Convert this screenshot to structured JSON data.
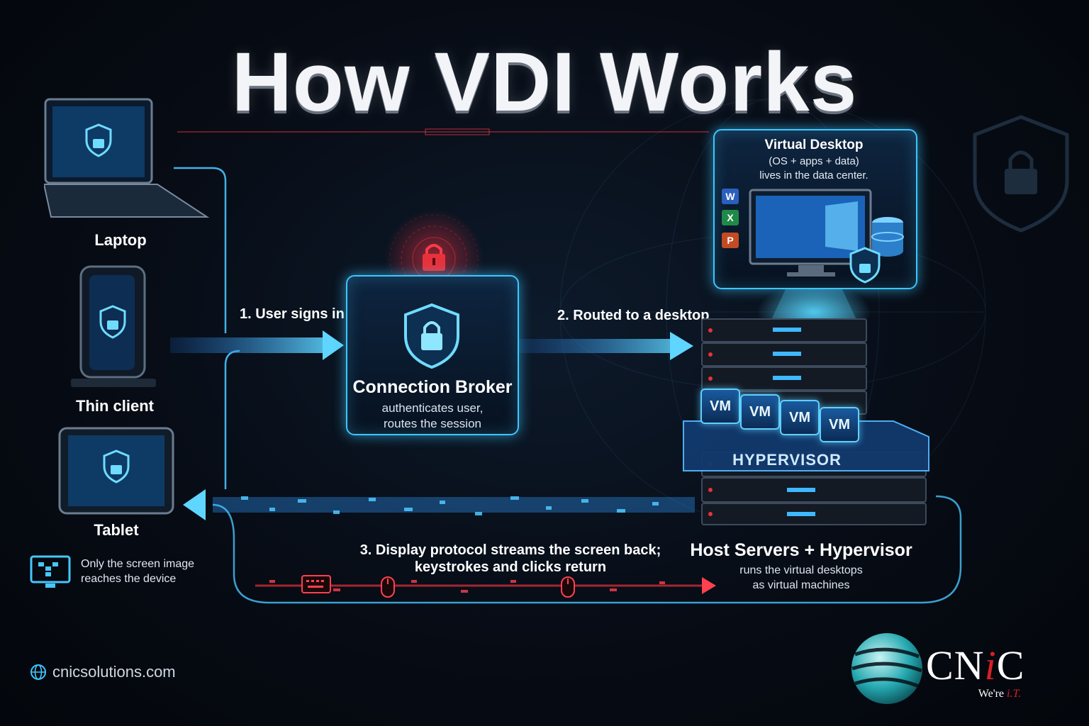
{
  "title": "How VDI Works",
  "devices": {
    "laptop": "Laptop",
    "thin_client": "Thin client",
    "tablet": "Tablet"
  },
  "steps": {
    "step1": "1. User signs in",
    "step2": "2. Routed to a desktop",
    "step3_line1": "3. Display protocol streams the screen back;",
    "step3_line2": "keystrokes and clicks return"
  },
  "broker": {
    "title": "Connection Broker",
    "line1": "authenticates user,",
    "line2": "routes the session"
  },
  "virtual_desktop": {
    "title": "Virtual Desktop",
    "line1": "(OS + apps + data)",
    "line2": "lives in the data center.",
    "apps": [
      "W",
      "X",
      "P"
    ]
  },
  "vms": [
    "VM",
    "VM",
    "VM",
    "VM"
  ],
  "hypervisor_label": "HYPERVISOR",
  "host": {
    "title": "Host Servers + Hypervisor",
    "line1": "runs the virtual desktops",
    "line2": "as virtual machines"
  },
  "note": {
    "line1": "Only the screen image",
    "line2": "reaches the device"
  },
  "website": "cnicsolutions.com",
  "logo": {
    "c": "CN",
    "i": "i",
    "c2": "C",
    "tag_prefix": "We're ",
    "tag_em": "i.T."
  },
  "colors": {
    "accent_blue": "#3ec6ff",
    "accent_red": "#e8313a",
    "background": "#070c15"
  },
  "icons": [
    "shield-lock-icon",
    "padlock-icon",
    "monitor-icon",
    "globe-icon",
    "keyboard-icon",
    "mouse-icon",
    "database-icon"
  ]
}
